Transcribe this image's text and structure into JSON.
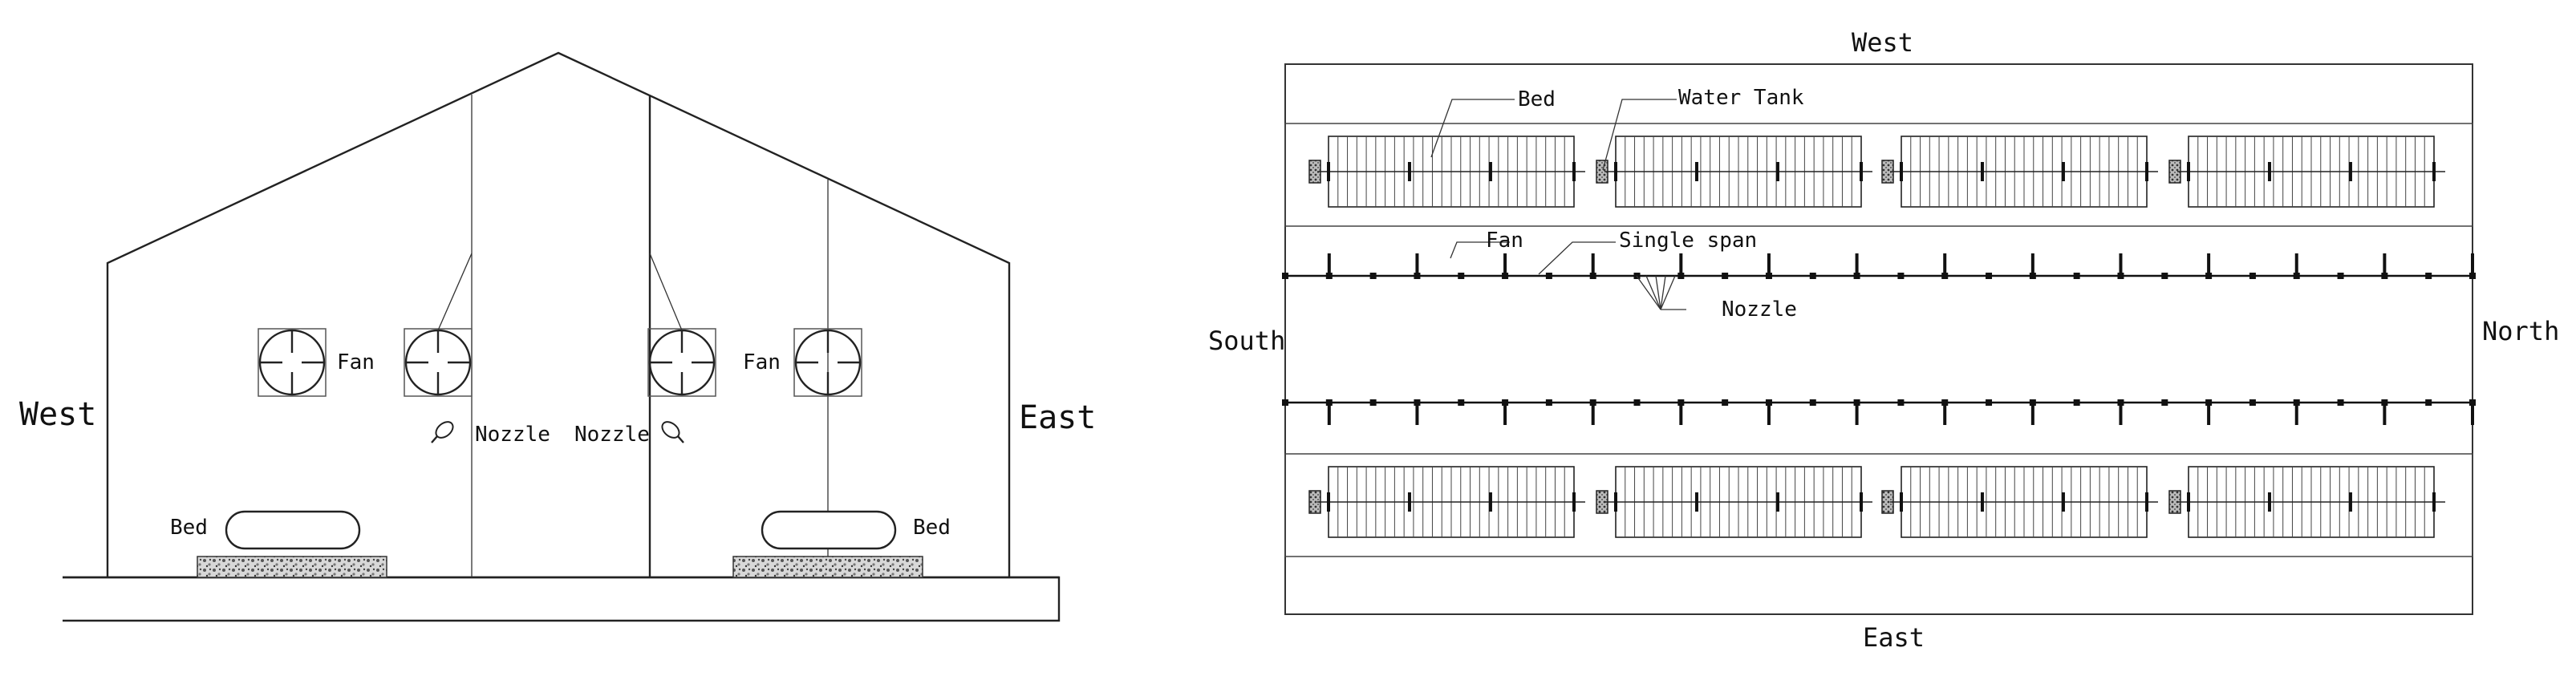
{
  "section_view": {
    "labels": {
      "west": "West",
      "east": "East",
      "fan_left": "Fan",
      "fan_right": "Fan",
      "nozzle_left": "Nozzle",
      "nozzle_right": "Nozzle",
      "bed_left": "Bed",
      "bed_right": "Bed"
    }
  },
  "plan_view": {
    "labels": {
      "west": "West",
      "east": "East",
      "south": "South",
      "north": "North",
      "bed": "Bed",
      "water_tank": "Water Tank",
      "fan": "Fan",
      "single_span": "Single span",
      "nozzle": "Nozzle"
    },
    "beds_per_row": 4,
    "fan_line_posts": 27
  }
}
